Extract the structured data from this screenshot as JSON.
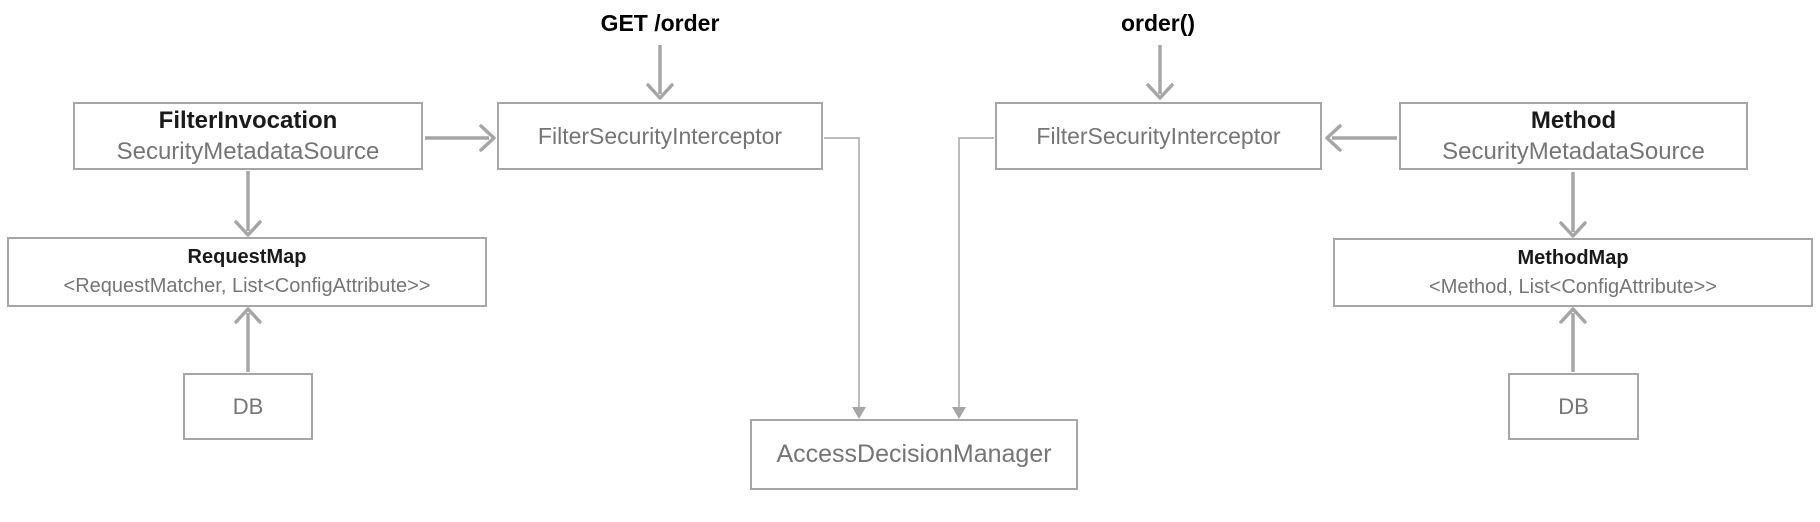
{
  "labels": {
    "http_request": "GET /order",
    "method_call": "order()"
  },
  "nodes": {
    "filter_invocation_sms": {
      "title": "FilterInvocation",
      "subtitle": "SecurityMetadataSource"
    },
    "fsi_web": {
      "title": "FilterSecurityInterceptor"
    },
    "fsi_method": {
      "title": "FilterSecurityInterceptor"
    },
    "method_sms": {
      "title": "Method",
      "subtitle": "SecurityMetadataSource"
    },
    "request_map": {
      "title": "RequestMap",
      "subtitle": "<RequestMatcher, List<ConfigAttribute>>"
    },
    "method_map": {
      "title": "MethodMap",
      "subtitle": "<Method, List<ConfigAttribute>>"
    },
    "db_web": {
      "title": "DB"
    },
    "db_method": {
      "title": "DB"
    },
    "access_decision_manager": {
      "title": "AccessDecisionManager"
    }
  },
  "colors": {
    "border": "#a6a6a6",
    "arrow": "#a6a6a6",
    "text_gray": "#757575",
    "text_black": "#1a1a1a",
    "background": "#ffffff"
  }
}
